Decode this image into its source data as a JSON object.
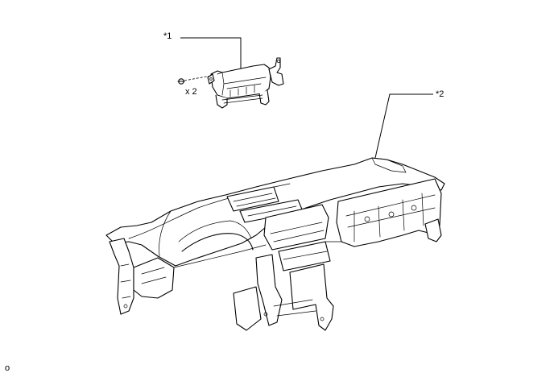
{
  "callouts": {
    "airbag": "*1",
    "instrument_panel": "*2"
  },
  "fastener_qty": "x 2",
  "figure_code": "o",
  "colors": {
    "ink": "#000000",
    "background": "#ffffff"
  }
}
